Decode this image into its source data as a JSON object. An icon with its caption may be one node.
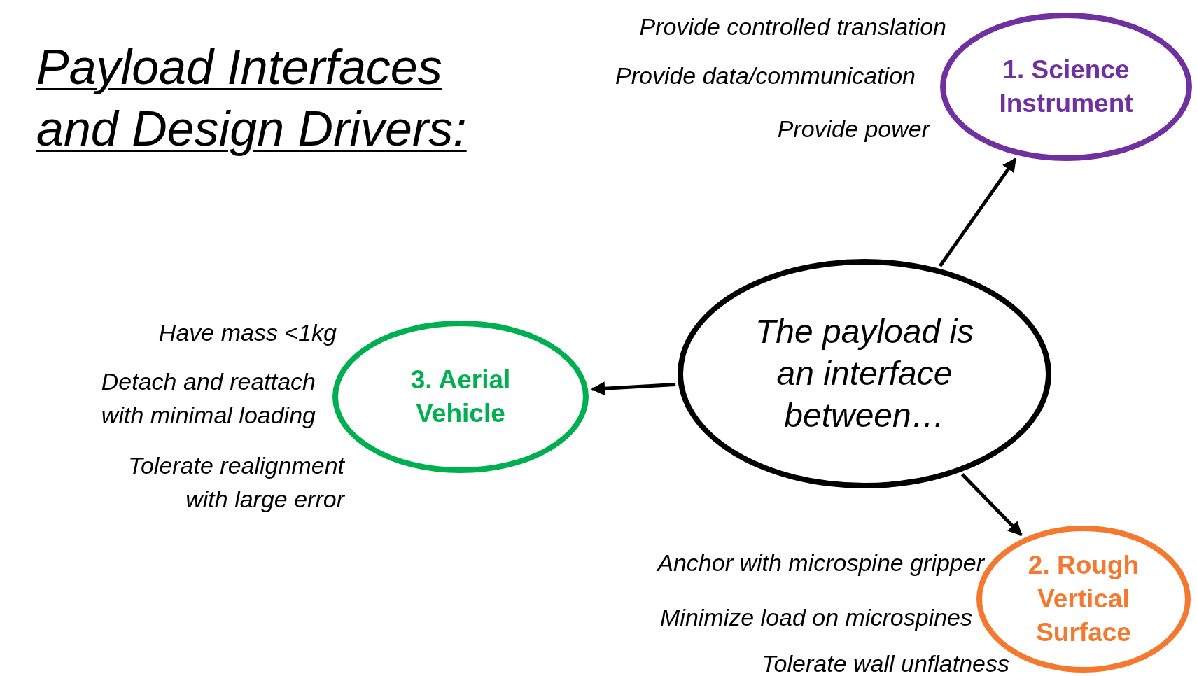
{
  "diagram": {
    "title": "Payload Interfaces and Design Drivers:",
    "nodes": [
      {
        "text": [
          "1. Science Instrument"
        ],
        "beside": [
          "Provide controlled translation",
          "Provide data/communication",
          "Provide power"
        ]
      },
      {
        "text": [
          "The payload is an interface between…"
        ]
      },
      {
        "text": [
          "3. Aerial Vehicle"
        ],
        "beside": [
          "Have mass <1kg",
          "Detach and reattach with minimal loading",
          "Tolerate realignment with large error"
        ]
      },
      {
        "text": [
          "2. Rough Vertical Surface"
        ],
        "beside": [
          "Anchor with microspine gripper",
          "Minimize load on microspines",
          "Tolerate wall unflatness"
        ]
      }
    ],
    "edges": [
      {
        "from": 1,
        "to": 0,
        "arrow": "to"
      },
      {
        "from": 1,
        "to": 2,
        "arrow": "to"
      },
      {
        "from": 1,
        "to": 3,
        "arrow": "to"
      }
    ]
  }
}
